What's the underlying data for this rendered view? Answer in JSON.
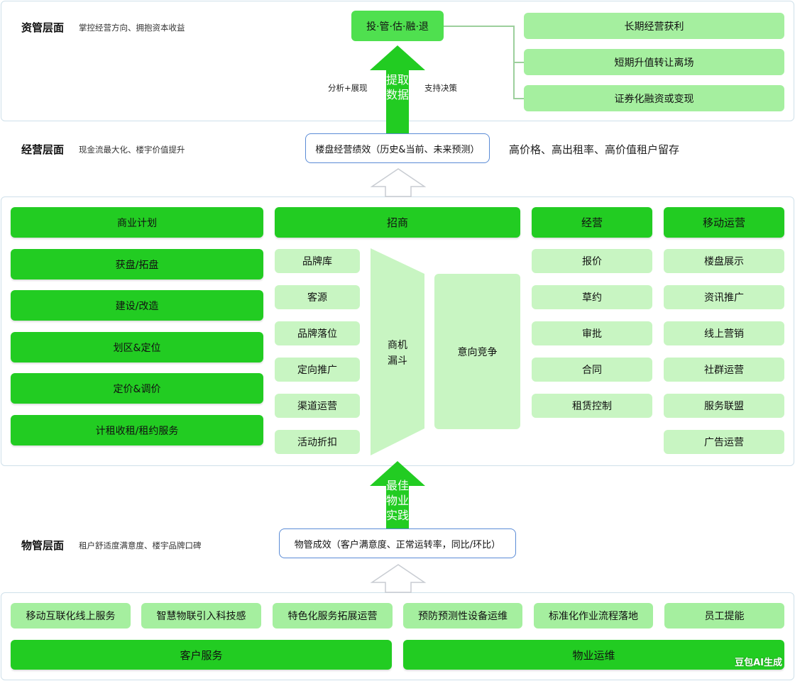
{
  "asset_layer": {
    "title": "资管层面",
    "desc": "掌控经营方向、拥抱资本收益",
    "top_box": "投·管·估·融·退",
    "outcomes": [
      "长期经营获利",
      "短期升值转让离场",
      "证券化融资或变现"
    ],
    "arrow_text": [
      "提取",
      "数据"
    ],
    "left_note": "分析+展现",
    "right_note": "支持决策"
  },
  "ops_layer": {
    "title": "经营层面",
    "desc": "现金流最大化、楼宇价值提升",
    "perf_box": "楼盘经营绩效（历史&当前、未来预测）",
    "goal_text": "高价格、高出租率、高价值租户留存"
  },
  "business": {
    "col1": {
      "header": "商业计划",
      "items": [
        "获盘/拓盘",
        "建设/改造",
        "划区&定位",
        "定价&调价",
        "计租收租/租约服务"
      ]
    },
    "col2": {
      "header": "招商",
      "items": [
        "品牌库",
        "客源",
        "品牌落位",
        "定向推广",
        "渠道运营",
        "活动折扣"
      ],
      "funnel": [
        "商机",
        "漏斗"
      ],
      "competition": "意向竞争"
    },
    "col3": {
      "header": "经营",
      "items": [
        "报价",
        "草约",
        "审批",
        "合同",
        "租赁控制"
      ]
    },
    "col4": {
      "header": "移动运营",
      "items": [
        "楼盘展示",
        "资讯推广",
        "线上营销",
        "社群运营",
        "服务联盟",
        "广告运营"
      ]
    }
  },
  "property_layer": {
    "title": "物管层面",
    "desc": "租户舒适度满意度、楼宇品牌口碑",
    "arrow_text": [
      "最佳",
      "物业",
      "实践"
    ],
    "perf_box": "物管成效（客户满意度、正常运转率，同比/环比）",
    "services": [
      "移动互联化线上服务",
      "智慧物联引入科技感",
      "特色化服务拓展运营",
      "预防预测性设备运维",
      "标准化作业流程落地",
      "员工提能"
    ],
    "bottom": [
      "客户服务",
      "物业运维"
    ]
  },
  "watermark": "豆包AI生成",
  "colors": {
    "dark_green": "#22cc22",
    "light_green": "#a5ef9f",
    "pale_green": "#c8f5c2",
    "outline_blue": "#5a8bd6"
  }
}
